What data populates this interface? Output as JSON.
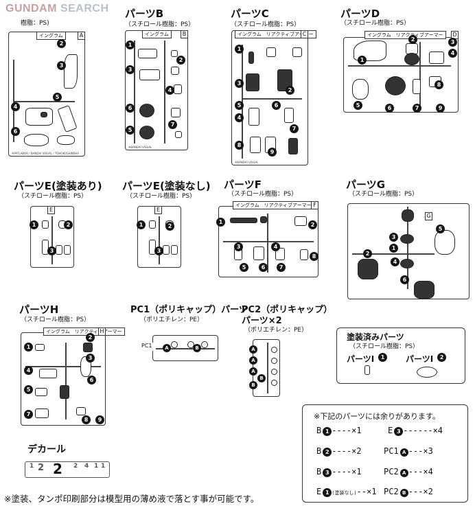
{
  "brand": {
    "text": "SEARCH",
    "prefix": "GUNDAM"
  },
  "header_material": "樹脂：PS)",
  "sections": {
    "A": {
      "tag": "イングラム",
      "letter": "A",
      "badges": [
        "2",
        "3",
        "4",
        "5",
        "6"
      ]
    },
    "B": {
      "title": "パーツB",
      "sub": "（スチロール樹脂：PS）",
      "tag": "イングラム",
      "letter": "B",
      "badges": [
        "1",
        "2",
        "3",
        "4",
        "5",
        "6",
        "7"
      ]
    },
    "C": {
      "title": "パーツC",
      "sub": "（スチロール樹脂：PS）",
      "tag": "イングラム　リアクティブアーマー",
      "letter": "C",
      "badges": [
        "1",
        "2",
        "3",
        "4",
        "5",
        "6",
        "7",
        "8",
        "9"
      ]
    },
    "D": {
      "title": "パーツD",
      "sub": "（スチロール樹脂：PS）",
      "tag": "イングラム　リアクティブアーマー",
      "letter": "D",
      "badges": [
        "1",
        "2",
        "3",
        "4",
        "5",
        "6",
        "7",
        "8",
        "9"
      ]
    },
    "E1": {
      "title": "パーツE(塗装あり)",
      "sub": "（スチロール樹脂：PS）",
      "letter": "E",
      "badges": [
        "1",
        "2",
        "3"
      ]
    },
    "E2": {
      "title": "パーツE(塗装なし)",
      "sub": "（スチロール樹脂：PS）",
      "letter": "E",
      "badges": [
        "1",
        "2",
        "3"
      ]
    },
    "F": {
      "title": "パーツF",
      "sub": "（スチロール樹脂：PS）",
      "tag": "イングラム　リアクティブアーマー",
      "letter": "F",
      "badges": [
        "1",
        "2",
        "3",
        "4",
        "5",
        "6",
        "7",
        "8"
      ]
    },
    "G": {
      "title": "パーツG",
      "sub": "（スチロール樹脂：PS）",
      "letter": "G",
      "badges": [
        "1",
        "2",
        "3",
        "4",
        "5",
        "6"
      ]
    },
    "H": {
      "title": "パーツH",
      "sub": "（スチロール樹脂：PS）",
      "tag": "イングラム　リアクティブアーマー",
      "letter": "H",
      "badges": [
        "1",
        "2",
        "3",
        "4",
        "5",
        "6",
        "7",
        "8",
        "9"
      ]
    },
    "PC1": {
      "title": "PC1（ポリキャップ）パーツ",
      "sub": "（ポリエチレン：PE）",
      "label": "PC1",
      "badges": [
        "A",
        "B"
      ]
    },
    "PC2": {
      "title": "PC2（ポリキャップ）",
      "title2": "パーツ×2",
      "sub": "（ポリエチレン：PE）",
      "badges": [
        "A",
        "A",
        "A",
        "B",
        "B"
      ]
    }
  },
  "painted": {
    "title": "塗装済みパーツ",
    "sub": "（スチロール樹脂：PS）",
    "item1": {
      "label": "パーツI",
      "num": "1"
    },
    "item2": {
      "label": "パーツI",
      "num": "2"
    }
  },
  "extra": {
    "heading": "※下記のパーツには余りがあります。",
    "rows": [
      {
        "left_part": "B",
        "left_num": "1",
        "left_qty": "----×1",
        "right_part": "E",
        "right_num": "3",
        "right_qty": "------×4"
      },
      {
        "left_part": "B",
        "left_num": "2",
        "left_qty": "----×2",
        "right_part": "PC1",
        "right_num": "A",
        "right_qty": "---×3"
      },
      {
        "left_part": "B",
        "left_num": "3",
        "left_qty": "----×1",
        "right_part": "PC2",
        "right_num": "A",
        "right_qty": "---×4"
      },
      {
        "left_part": "E",
        "left_num": "1",
        "left_note": "(塗装なし)",
        "left_qty": "--×1",
        "right_part": "PC2",
        "right_num": "B",
        "right_qty": "---×2"
      }
    ]
  },
  "decal": {
    "title": "デカール",
    "digits": [
      "1",
      "2",
      "2",
      "2",
      "4",
      "1",
      "1"
    ]
  },
  "footnote": "※塗装、タンポ印刷部分は模型用の薄め液で落とす事が可能です。"
}
